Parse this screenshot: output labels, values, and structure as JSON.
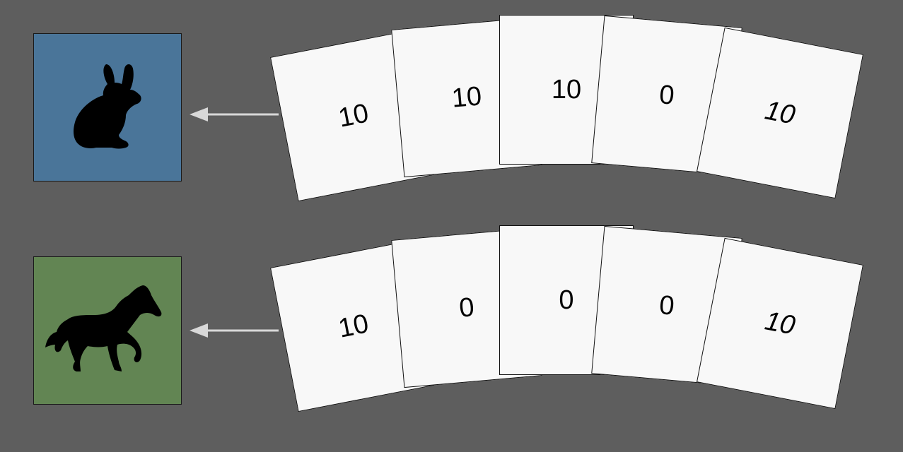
{
  "rows": [
    {
      "animal": "rabbit",
      "icon": "rabbit-icon",
      "tile_color": "#4a7599",
      "cards": [
        "10",
        "10",
        "10",
        "0",
        "10"
      ]
    },
    {
      "animal": "horse",
      "icon": "horse-icon",
      "tile_color": "#628553",
      "cards": [
        "10",
        "0",
        "0",
        "0",
        "10"
      ]
    }
  ],
  "colors": {
    "background": "#5e5e5e",
    "card": "#f8f8f8",
    "arrow": "#d8d8d8"
  }
}
